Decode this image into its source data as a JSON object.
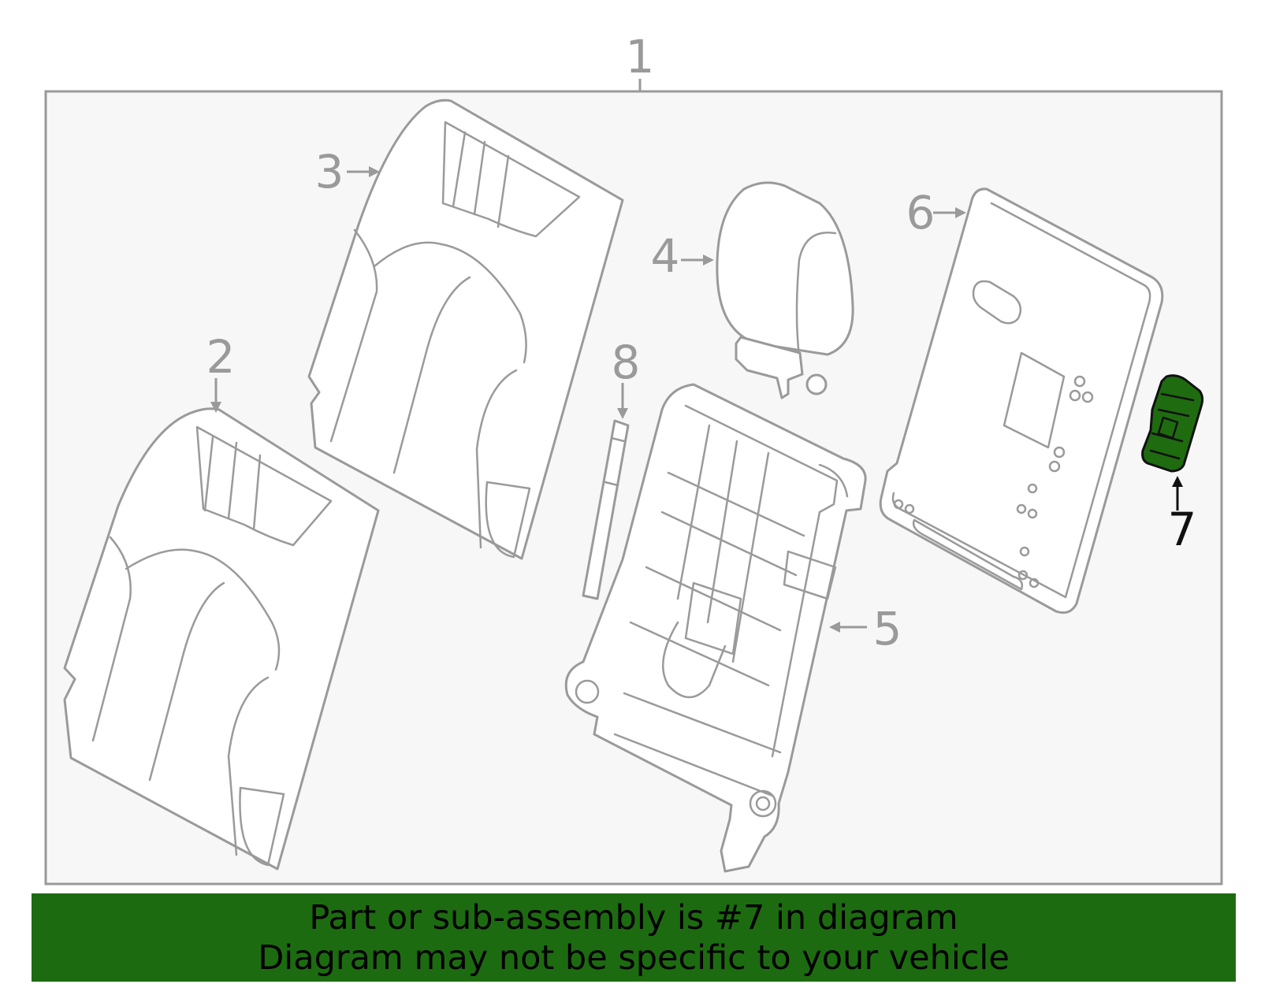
{
  "diagram": {
    "callouts": {
      "c1": "1",
      "c2": "2",
      "c3": "3",
      "c4": "4",
      "c5": "5",
      "c6": "6",
      "c7": "7",
      "c8": "8"
    },
    "highlighted_part": "7",
    "colors": {
      "highlight_fill": "#1f6b10",
      "banner_background": "#1d6b10",
      "line_color": "#9a9a9a",
      "frame_background": "#f7f7f7"
    }
  },
  "banner": {
    "line1": "Part or sub-assembly is #7 in diagram",
    "line2": "Diagram may not be specific to your vehicle"
  }
}
